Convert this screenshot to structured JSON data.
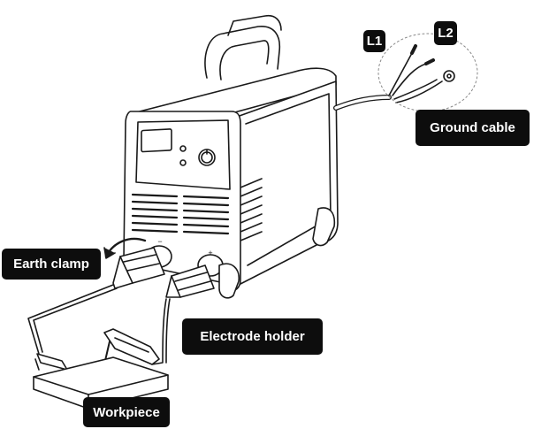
{
  "labels": {
    "l1": "L1",
    "l2": "L2",
    "ground_cable": "Ground cable",
    "earth_clamp": "Earth clamp",
    "electrode_holder": "Electrode holder",
    "workpiece": "Workpiece"
  },
  "panel_symbols": {
    "negative": "−",
    "positive": "+"
  },
  "colors": {
    "label_background": "#0d0d0d",
    "label_text": "#ffffff",
    "line_art": "#1a1a1a"
  }
}
